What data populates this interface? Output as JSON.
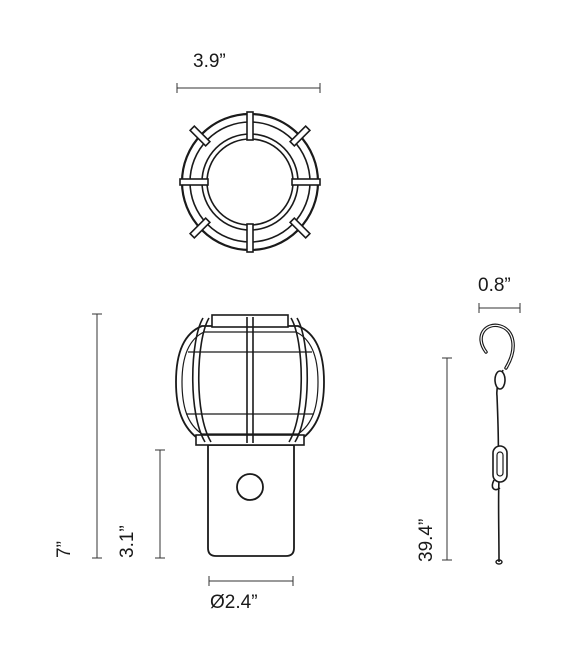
{
  "dimensions": {
    "top_width": "3.9”",
    "hook_width": "0.8”",
    "total_height": "7”",
    "base_height": "3.1”",
    "base_diameter": "Ø2.4”",
    "cable_length": "39.4”"
  },
  "colors": {
    "line": "#1a1a1a",
    "dim_line": "#333333",
    "background": "#ffffff"
  }
}
